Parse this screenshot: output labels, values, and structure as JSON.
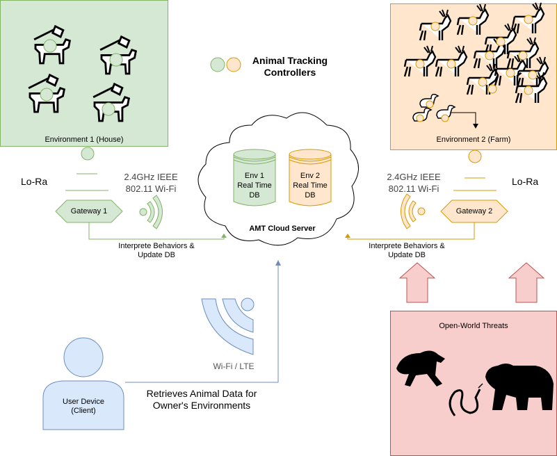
{
  "legend": {
    "title_line1": "Animal Tracking",
    "title_line2": "Controllers"
  },
  "env1": {
    "label": "Environment 1 (House)",
    "color_fill": "#d5e8d4",
    "color_stroke": "#82b366"
  },
  "env2": {
    "label": "Environment 2 (Farm)",
    "color_fill": "#ffe6cc",
    "color_stroke": "#d79b00"
  },
  "left": {
    "protocol": "Lo-Ra",
    "wifi_line1": "2.4GHz IEEE",
    "wifi_line2": "802.11 Wi-Fi",
    "gateway": "Gateway 1",
    "flow_line1": "Interprete Behaviors &",
    "flow_line2": "Update DB"
  },
  "right": {
    "protocol": "Lo-Ra",
    "wifi_line1": "2.4GHz IEEE",
    "wifi_line2": "802.11 Wi-Fi",
    "gateway": "Gateway 2",
    "flow_line1": "Interprete Behaviors &",
    "flow_line2": "Update DB"
  },
  "cloud": {
    "label": "AMT Cloud Server",
    "db1": [
      "Env 1",
      "Real Time",
      "DB"
    ],
    "db2": [
      "Env 2",
      "Real Time",
      "DB"
    ]
  },
  "client": {
    "device_line1": "User Device",
    "device_line2": "(Client)",
    "link_label": "Wi-Fi / LTE",
    "retrieve_line1": "Retrieves Animal Data for",
    "retrieve_line2": "Owner's Environments"
  },
  "threats": {
    "label": "Open-World Threats",
    "color_fill": "#f8cecc"
  }
}
